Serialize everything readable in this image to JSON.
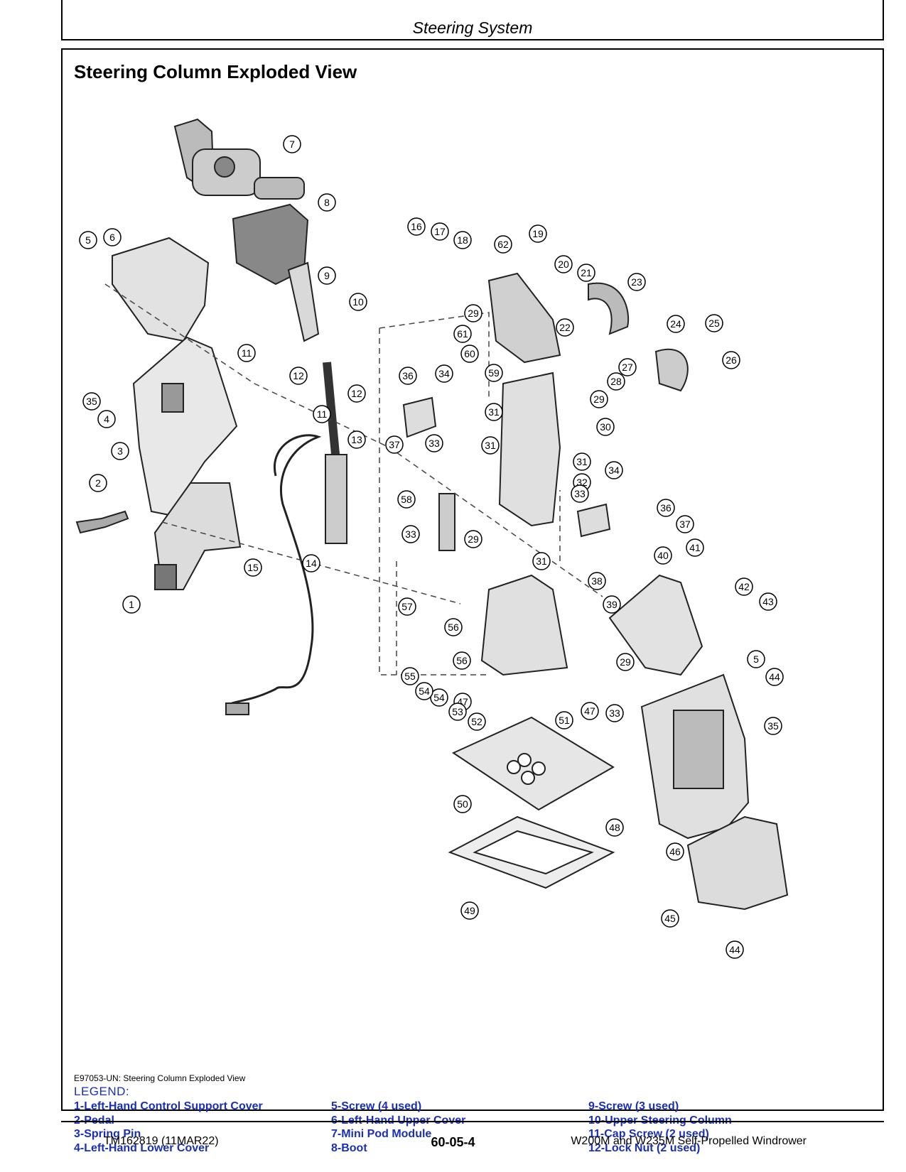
{
  "header": {
    "section": "Steering System"
  },
  "page": {
    "title": "Steering Column Exploded View"
  },
  "figure": {
    "caption": "E97053-UN: Steering Column Exploded View",
    "callouts": [
      "1",
      "2",
      "3",
      "4",
      "5",
      "5",
      "6",
      "7",
      "8",
      "9",
      "10",
      "11",
      "11",
      "12",
      "12",
      "13",
      "14",
      "15",
      "16",
      "17",
      "18",
      "19",
      "20",
      "21",
      "22",
      "23",
      "24",
      "25",
      "26",
      "27",
      "28",
      "29",
      "29",
      "29",
      "29",
      "30",
      "31",
      "31",
      "31",
      "31",
      "32",
      "33",
      "33",
      "33",
      "33",
      "34",
      "34",
      "35",
      "35",
      "36",
      "36",
      "37",
      "37",
      "38",
      "39",
      "40",
      "41",
      "42",
      "43",
      "44",
      "44",
      "45",
      "46",
      "47",
      "47",
      "48",
      "49",
      "50",
      "51",
      "52",
      "53",
      "54",
      "54",
      "55",
      "56",
      "56",
      "57",
      "58",
      "59",
      "60",
      "61",
      "62"
    ]
  },
  "legend": {
    "title": "LEGEND:",
    "columns": [
      [
        "1-Left-Hand Control Support Cover",
        "2-Pedal",
        "3-Spring Pin",
        "4-Left-Hand Lower Cover"
      ],
      [
        "5-Screw (4 used)",
        "6-Left-Hand Upper Cover",
        "7-Mini Pod Module",
        "8-Boot"
      ],
      [
        "9-Screw (3 used)",
        "10-Upper Steering Column",
        "11-Cap Screw (2 used)",
        "12-Lock Nut (2 used)"
      ]
    ]
  },
  "footer": {
    "left": "TM162819 (11MAR22)",
    "center": "60-05-4",
    "right": "W200M and W235M Self-Propelled Windrower"
  }
}
